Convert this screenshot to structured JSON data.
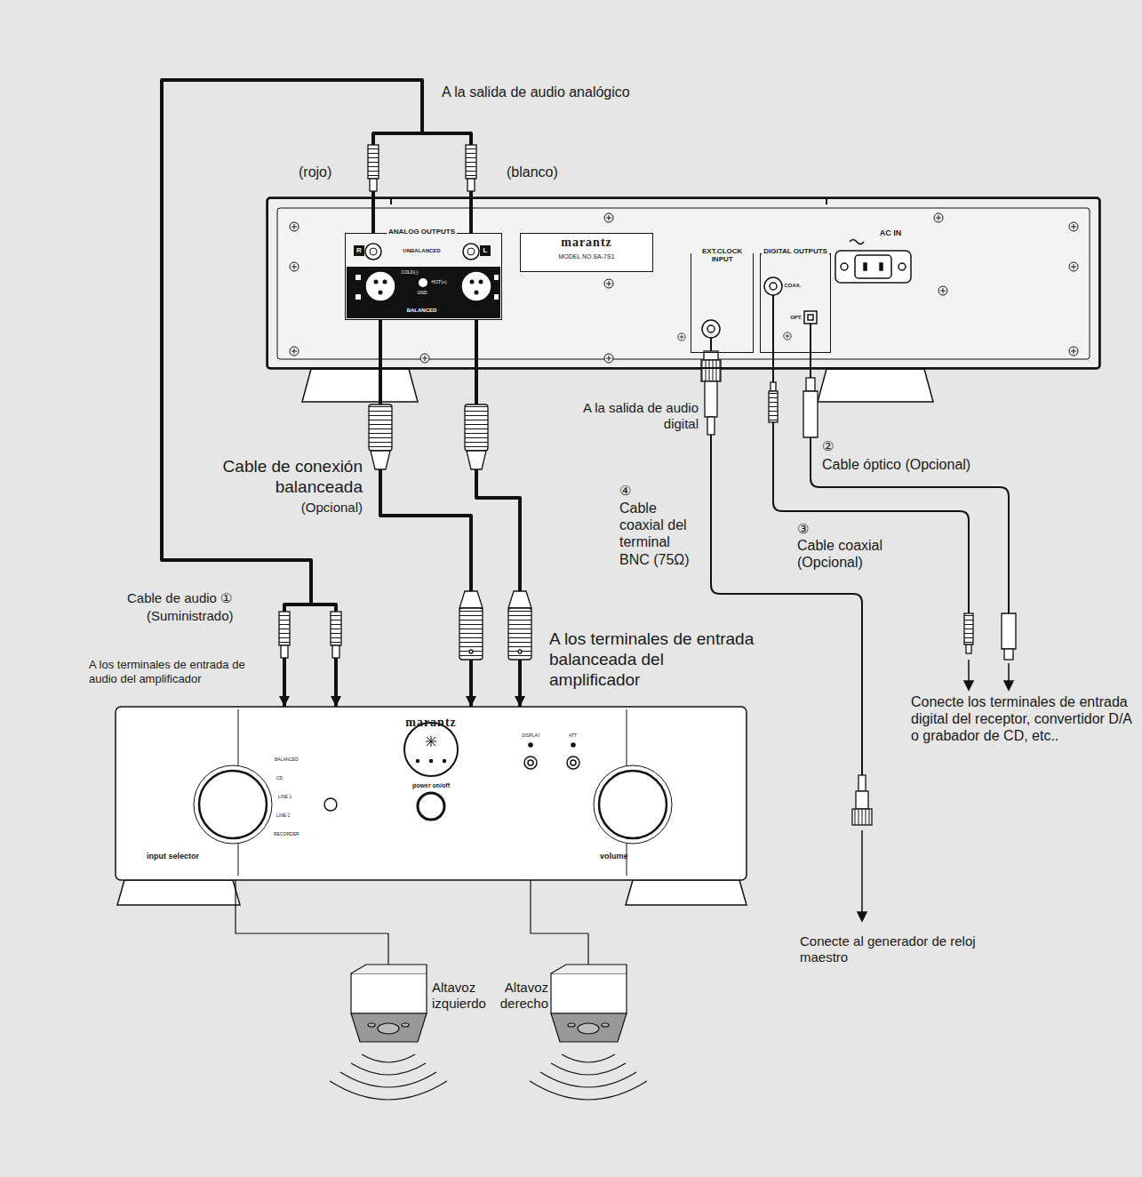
{
  "diagram": {
    "nodes": [
      {
        "text": [
          "AC IN"
        ]
      },
      {
        "text": [
          "ANALOG OUTPUTS",
          "UNBALANCED",
          "BALANCED"
        ],
        "in": 0
      },
      {
        "text": [
          "marantz",
          "MODEL NO.SA-7S1"
        ],
        "in": 0
      },
      {
        "text": [
          "EXT.CLOCK INPUT"
        ],
        "in": 0
      },
      {
        "text": [
          "DIGITAL OUTPUTS",
          "COAX.",
          "OPT."
        ],
        "in": 0
      },
      {
        "text": [
          "marantz",
          "input selector",
          "power on/off",
          "DISPLAY",
          "ATT",
          "volume"
        ]
      },
      {
        "text": [
          "Altavoz izquierdo"
        ]
      },
      {
        "text": [
          "Altavoz derecho"
        ]
      }
    ],
    "edges": [
      {
        "from": 1,
        "to": 5,
        "arrow": "to"
      },
      {
        "from": 1,
        "to": 5,
        "arrow": "to"
      },
      {
        "from": 1,
        "to": 5,
        "arrow": "to"
      },
      {
        "from": 5,
        "to": 6,
        "arrow": "none"
      },
      {
        "from": 5,
        "to": 7,
        "arrow": "none"
      }
    ],
    "labels": [
      "A la salida de audio analógico",
      "(rojo)",
      "(blanco)",
      "R",
      "L",
      "COLD(-)",
      "HOT(+)",
      "GND",
      "A la salida de audio digital",
      "②",
      "Cable óptico (Opcional)",
      "③",
      "Cable coaxial (Opcional)",
      "④",
      "Cable coaxial del terminal BNC (75Ω)",
      "Cable de conexión balanceada",
      "(Opcional)",
      "Cable de audio ①",
      "(Suministrado)",
      "A los terminales de entrada de audio del amplificador",
      "A los terminales de entrada balanceada del amplificador",
      "Conecte los terminales de entrada digital del receptor, convertidor D/A o grabador de CD, etc..",
      "Conecte al generador de reloj maestro",
      "BALANCED",
      "CD",
      "LINE 1",
      "LINE 2",
      "RECORDER"
    ]
  }
}
